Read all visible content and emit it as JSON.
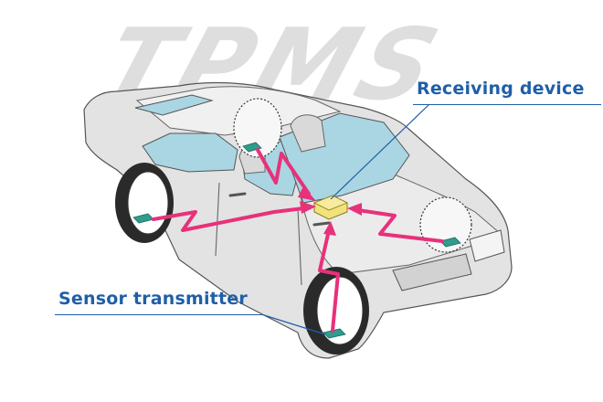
{
  "watermark": {
    "text": "TPMS",
    "color": "#dedede"
  },
  "labels": {
    "receiving_device": "Receiving device",
    "sensor_transmitter": "Sensor transmitter"
  },
  "colors": {
    "label_text": "#1f5fa8",
    "signal": "#e8317a",
    "glass": "#a9d6e2",
    "body": "#e1e1e1",
    "receiver_box": "#f2e27a",
    "sensor": "#2f9c8c"
  }
}
